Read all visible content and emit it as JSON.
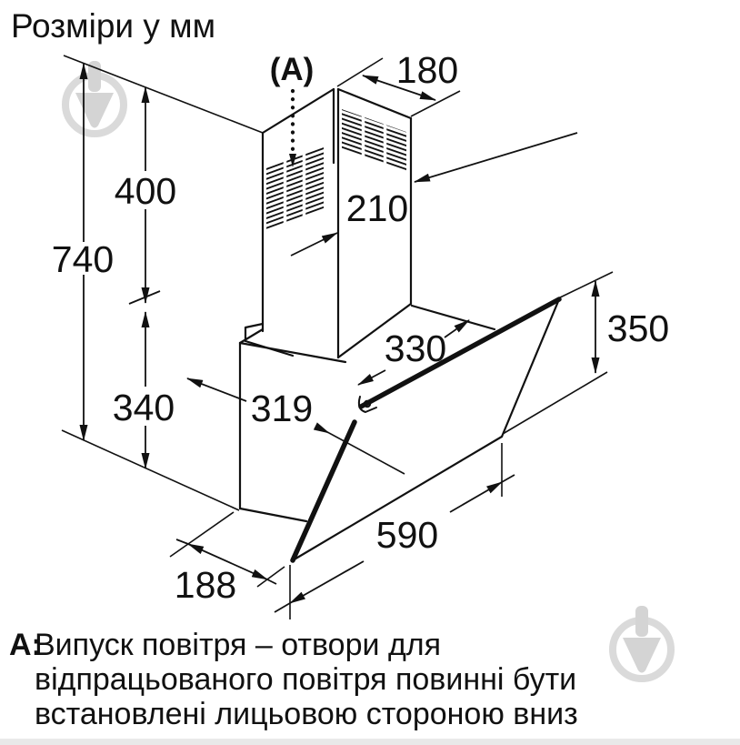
{
  "title": "Розміри у мм",
  "diagram": {
    "labels": {
      "a_marker": "(A)",
      "d180": "180",
      "d210": "210",
      "d400": "400",
      "d740": "740",
      "d330": "330",
      "d319": "319",
      "d340": "340",
      "d350": "350",
      "d590": "590",
      "d188": "188"
    },
    "description": "hood-dimension-drawing"
  },
  "note": {
    "prefix": "A:",
    "line1": "Випуск повітря – отвори для",
    "line2": "відпрацьованого повітря повинні бути",
    "line3": "встановлені лицьовою стороною вниз"
  },
  "colors": {
    "line": "#111111",
    "watermark": "#d9d9d9",
    "background": "#ffffff",
    "bottom_strip": "#e9e9e9"
  }
}
